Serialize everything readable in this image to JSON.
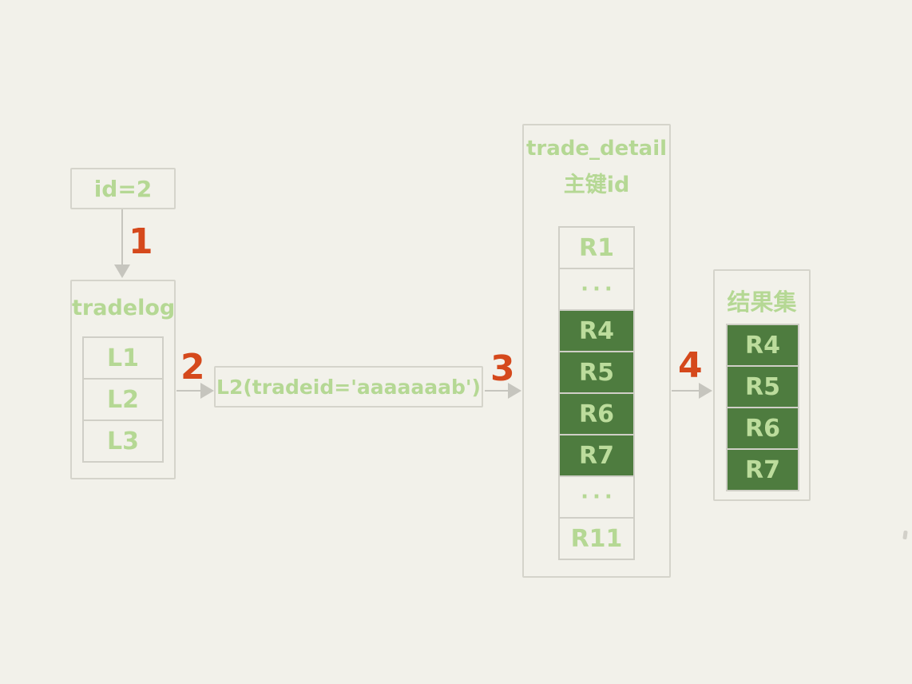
{
  "canvas": {
    "bg": "#f2f1ea"
  },
  "palette": {
    "box_border": "#d5d4cb",
    "cell_border": "#d0cfc7",
    "arrow_gray": "#c6c5be",
    "text_green": "#b5d894",
    "fill_green": "#4e7c3f",
    "fill_green_text": "#bcdc9c",
    "step_orange": "#d5491c"
  },
  "nodes": {
    "id_box": {
      "label": "id=2"
    },
    "tradelog": {
      "title": "tradelog",
      "rows": [
        "L1",
        "L2",
        "L3"
      ]
    },
    "query_box": {
      "label": "L2(tradeid='aaaaaaab')"
    },
    "trade_detail": {
      "title_line1": "trade_detail",
      "title_line2": "主键id",
      "rows": [
        {
          "label": "R1",
          "highlight": false
        },
        {
          "label": "···",
          "highlight": false
        },
        {
          "label": "R4",
          "highlight": true
        },
        {
          "label": "R5",
          "highlight": true
        },
        {
          "label": "R6",
          "highlight": true
        },
        {
          "label": "R7",
          "highlight": true
        },
        {
          "label": "···",
          "highlight": false
        },
        {
          "label": "R11",
          "highlight": false
        }
      ]
    },
    "result_set": {
      "title": "结果集",
      "rows": [
        "R4",
        "R5",
        "R6",
        "R7"
      ]
    }
  },
  "steps": {
    "s1": "1",
    "s2": "2",
    "s3": "3",
    "s4": "4"
  },
  "icons": {
    "arrow_down_head": "triangle-down",
    "arrow_right_head": "triangle-right"
  }
}
